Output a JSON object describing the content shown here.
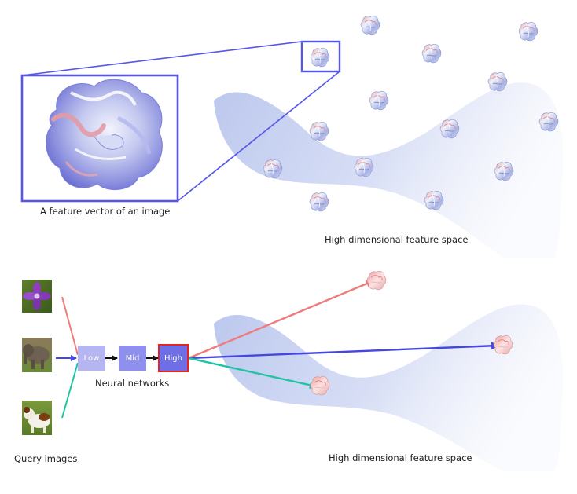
{
  "top": {
    "zoom_caption": "A feature vector of an image",
    "space_caption": "High dimensional feature space"
  },
  "bottom": {
    "network": {
      "low": "Low",
      "mid": "Mid",
      "high": "High",
      "caption": "Neural networks"
    },
    "query_caption": "Query images",
    "space_caption": "High dimensional feature space"
  },
  "colors": {
    "zoom_frame": "#5656e8",
    "manifold": "#c9d3f1",
    "low_node": "#b5b5f2",
    "mid_node": "#8f8fee",
    "high_node": "#6e6ee6",
    "high_border": "#e42424",
    "arrow_red": "#ef7b7b",
    "arrow_blue": "#4646e0",
    "arrow_teal": "#1fc4a2"
  },
  "icons": {
    "feature_blob": "feature-blob-icon",
    "query_flower": "flower-photo",
    "query_elephant": "elephant-photo",
    "query_dog": "dog-photo"
  }
}
